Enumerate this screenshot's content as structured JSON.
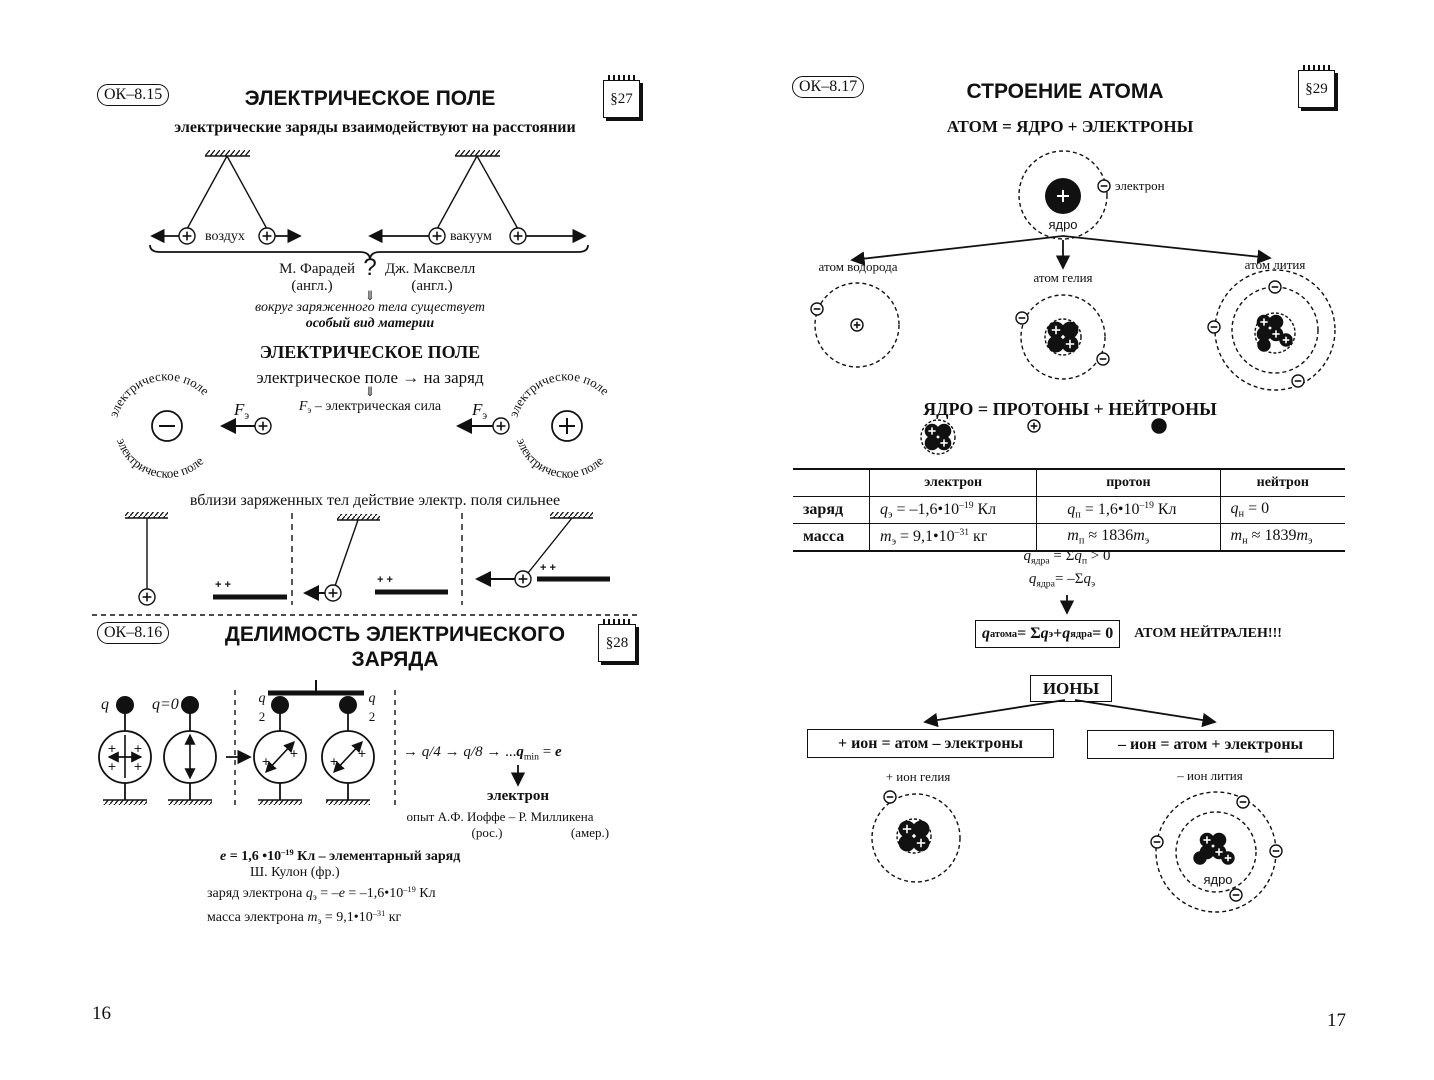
{
  "left": {
    "page_number": "16",
    "sec1": {
      "code": "ОК–8.15",
      "title": "ЭЛЕКТРИЧЕСКОЕ ПОЛЕ",
      "paragraph": "§27",
      "subtitle": "электрические заряды взаимодействуют на расстоянии",
      "air": "воздух",
      "vacuum": "вакуум",
      "faraday": "М. Фарадей",
      "faraday_country": "(англ.)",
      "question": "?",
      "maxwell": "Дж. Максвелл",
      "maxwell_country": "(англ.)",
      "implies": "⇓",
      "matter_line1": "вокруг заряженного тела существует",
      "matter_line2": "особый вид материи",
      "field_heading": "ЭЛЕКТРИЧЕСКОЕ ПОЛЕ",
      "field_acts": "электрическое поле → на заряд",
      "force_label": [
        {
          "t": "F",
          "s": "i"
        },
        {
          "t": "э",
          "s": "sub"
        }
      ],
      "force_def": [
        {
          "t": "F",
          "s": "i"
        },
        {
          "t": "э",
          "s": "sub"
        },
        {
          "t": " – электрическая сила"
        }
      ],
      "field_arc": "электрическое поле",
      "near_bodies": "вблизи заряженных тел действие электр. поля сильнее",
      "plus_plus": "+ +"
    },
    "sec2": {
      "code": "ОК–8.16",
      "title_line1": "ДЕЛИМОСТЬ ЭЛЕКТРИЧЕСКОГО",
      "title_line2": "ЗАРЯДА",
      "paragraph": "§28",
      "q": "q",
      "q_zero": "q=0",
      "half_num": "q",
      "half_den": "2",
      "chain": [
        {
          "t": "→ "
        },
        {
          "t": "q/4",
          "s": "i"
        },
        {
          "t": " → "
        },
        {
          "t": "q/8",
          "s": "i"
        },
        {
          "t": " → ..."
        },
        {
          "t": "q",
          "s": "bi"
        },
        {
          "t": "min",
          "s": "sub"
        },
        {
          "t": " = "
        },
        {
          "t": "e",
          "s": "bi"
        }
      ],
      "electron": "электрон",
      "experiment": "опыт А.Ф. Иоффе – Р. Милликена",
      "ioffe_country": "(рос.)",
      "millikan_country": "(амер.)",
      "elementary": [
        {
          "t": "e",
          "s": "i"
        },
        {
          "t": " = 1,6 •10"
        },
        {
          "t": "–19",
          "s": "sup"
        },
        {
          "t": " Кл – элементарный заряд"
        }
      ],
      "coulomb": "Ш. Кулон (фр.)",
      "electron_charge": [
        {
          "t": "заряд электрона   "
        },
        {
          "t": "q",
          "s": "i"
        },
        {
          "t": "э",
          "s": "sub"
        },
        {
          "t": " = –"
        },
        {
          "t": "e",
          "s": "i"
        },
        {
          "t": " = –1,6•10"
        },
        {
          "t": "–19",
          "s": "sup"
        },
        {
          "t": " Кл"
        }
      ],
      "electron_mass": [
        {
          "t": "масса электрона   "
        },
        {
          "t": "m",
          "s": "i"
        },
        {
          "t": "э",
          "s": "sub"
        },
        {
          "t": " = 9,1•10"
        },
        {
          "t": "–31",
          "s": "sup"
        },
        {
          "t": "  кг"
        }
      ]
    }
  },
  "right": {
    "page_number": "17",
    "code": "ОК–8.17",
    "title": "СТРОЕНИЕ АТОМА",
    "paragraph": "§29",
    "atom_eq": "АТОМ = ЯДРО + ЭЛЕКТРОНЫ",
    "electron_label": "электрон",
    "nucleus_label": "ядро",
    "hydrogen": "атом водорода",
    "helium": "атом гелия",
    "lithium": "атом лития",
    "nucleus_eq": "ЯДРО = ПРОТОНЫ + НЕЙТРОНЫ",
    "table": {
      "headers": [
        "",
        "электрон",
        "протон",
        "нейтрон"
      ],
      "rows": [
        {
          "label": "заряд",
          "cells": [
            [
              {
                "t": "q",
                "s": "i"
              },
              {
                "t": "э",
                "s": "sub"
              },
              {
                "t": " = –1,6•10"
              },
              {
                "t": "–19",
                "s": "sup"
              },
              {
                "t": " Кл"
              }
            ],
            [
              {
                "t": "q",
                "s": "i"
              },
              {
                "t": "п",
                "s": "sub"
              },
              {
                "t": " = 1,6•10"
              },
              {
                "t": "–19",
                "s": "sup"
              },
              {
                "t": " Кл"
              }
            ],
            [
              {
                "t": "q",
                "s": "i"
              },
              {
                "t": "н",
                "s": "sub"
              },
              {
                "t": " = 0"
              }
            ]
          ]
        },
        {
          "label": "масса",
          "cells": [
            [
              {
                "t": "m",
                "s": "i"
              },
              {
                "t": "э",
                "s": "sub"
              },
              {
                "t": " = 9,1•10"
              },
              {
                "t": "–31",
                "s": "sup"
              },
              {
                "t": "  кг"
              }
            ],
            [
              {
                "t": "m",
                "s": "i"
              },
              {
                "t": "п",
                "s": "sub"
              },
              {
                "t": " ≈ 1836"
              },
              {
                "t": "m",
                "s": "i"
              },
              {
                "t": "э",
                "s": "sub"
              }
            ],
            [
              {
                "t": "m",
                "s": "i"
              },
              {
                "t": "н",
                "s": "sub"
              },
              {
                "t": " ≈ 1839"
              },
              {
                "t": "m",
                "s": "i"
              },
              {
                "t": "э",
                "s": "sub"
              }
            ]
          ]
        }
      ]
    },
    "nucleus_charge": [
      {
        "t": "q",
        "s": "i"
      },
      {
        "t": "ядра",
        "s": "sub"
      },
      {
        "t": " = Σ"
      },
      {
        "t": "q",
        "s": "i"
      },
      {
        "t": "п",
        "s": "sub"
      },
      {
        "t": " > 0"
      }
    ],
    "electrons_charge": [
      {
        "t": "q",
        "s": "i"
      },
      {
        "t": "ядра",
        "s": "sub"
      },
      {
        "t": "= –Σ"
      },
      {
        "t": "q",
        "s": "i"
      },
      {
        "t": "э",
        "s": "sub"
      }
    ],
    "atom_charge": [
      {
        "t": "q",
        "s": "bi"
      },
      {
        "t": "атома",
        "s": "sub"
      },
      {
        "t": " = Σ"
      },
      {
        "t": "q",
        "s": "bi"
      },
      {
        "t": "э",
        "s": "sub"
      },
      {
        "t": " + "
      },
      {
        "t": "q",
        "s": "bi"
      },
      {
        "t": "ядра",
        "s": "sub"
      },
      {
        "t": " = 0"
      }
    ],
    "neutral": "АТОМ НЕЙТРАЛЕН!!!",
    "ions": "ИОНЫ",
    "positive_ion": "+ ион = атом – электроны",
    "negative_ion": "– ион = атом + электроны",
    "helium_ion": "+ ион гелия",
    "lithium_ion": "– ион лития"
  }
}
